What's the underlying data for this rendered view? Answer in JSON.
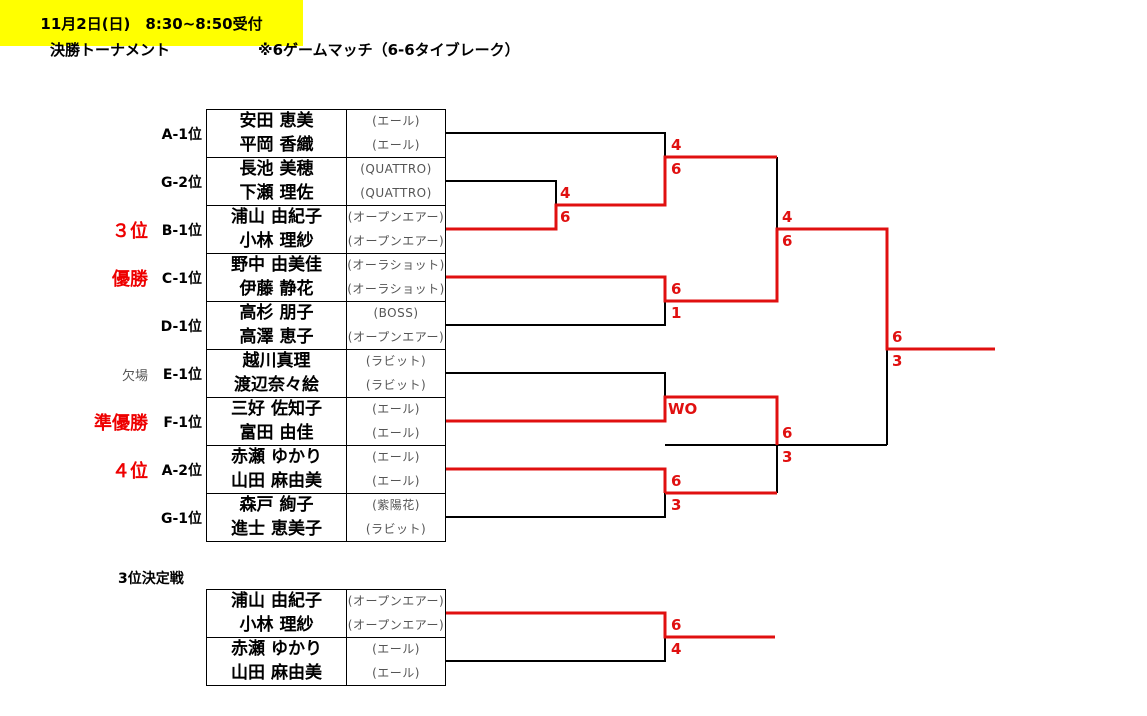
{
  "header": {
    "title": "決勝トーナメント",
    "rule": "※6ゲームマッチ（6-6タイブレーク）",
    "date": "11月2日(日)　8:30~8:50受付"
  },
  "main": {
    "pairs": [
      {
        "seed": "A-1位",
        "result": "",
        "players": [
          {
            "name": "安田 恵美",
            "club": "(エール)"
          },
          {
            "name": "平岡 香織",
            "club": "(エール)"
          }
        ]
      },
      {
        "seed": "G-2位",
        "result": "",
        "players": [
          {
            "name": "長池 美穂",
            "club": "(QUATTRO)"
          },
          {
            "name": "下瀬 理佐",
            "club": "(QUATTRO)"
          }
        ]
      },
      {
        "seed": "B-1位",
        "result": "３位",
        "players": [
          {
            "name": "浦山 由紀子",
            "club": "(オープンエアー)"
          },
          {
            "name": "小林 理紗",
            "club": "(オープンエアー)"
          }
        ]
      },
      {
        "seed": "C-1位",
        "result": "優勝",
        "players": [
          {
            "name": "野中 由美佳",
            "club": "(オーラショット)"
          },
          {
            "name": "伊藤 静花",
            "club": "(オーラショット)"
          }
        ]
      },
      {
        "seed": "D-1位",
        "result": "",
        "players": [
          {
            "name": "高杉 朋子",
            "club": "(BOSS)"
          },
          {
            "name": "高澤 恵子",
            "club": "(オープンエアー)"
          }
        ]
      },
      {
        "seed": "E-1位",
        "result": "欠場",
        "players": [
          {
            "name": "越川真理",
            "club": "(ラビット)"
          },
          {
            "name": "渡辺奈々絵",
            "club": "(ラビット)"
          }
        ]
      },
      {
        "seed": "F-1位",
        "result": "準優勝",
        "players": [
          {
            "name": "三好 佐知子",
            "club": "(エール)"
          },
          {
            "name": "富田 由佳",
            "club": "(エール)"
          }
        ]
      },
      {
        "seed": "A-2位",
        "result": "４位",
        "players": [
          {
            "name": "赤瀬 ゆかり",
            "club": "(エール)"
          },
          {
            "name": "山田 麻由美",
            "club": "(エール)"
          }
        ]
      },
      {
        "seed": "G-1位",
        "result": "",
        "players": [
          {
            "name": "森戸 絢子",
            "club": "(紫陽花)"
          },
          {
            "name": "進士 恵美子",
            "club": "(ラビット)"
          }
        ]
      }
    ]
  },
  "scores": {
    "r1_g2_b1": [
      "4",
      "6"
    ],
    "r1_a1": [
      "4",
      "6"
    ],
    "r1_c1_d1": [
      "6",
      "1"
    ],
    "r1_e1_f1": [
      "WO"
    ],
    "r1_a2_g1": [
      "6",
      "3"
    ],
    "sf_top": [
      "4",
      "6"
    ],
    "sf_bottom": [
      "6",
      "3"
    ],
    "final": [
      "6",
      "3"
    ]
  },
  "third_place": {
    "title": "3位決定戦",
    "pairs": [
      {
        "players": [
          {
            "name": "浦山 由紀子",
            "club": "(オープンエアー)"
          },
          {
            "name": "小林 理紗",
            "club": "(オープンエアー)"
          }
        ]
      },
      {
        "players": [
          {
            "name": "赤瀬 ゆかり",
            "club": "(エール)"
          },
          {
            "name": "山田 麻由美",
            "club": "(エール)"
          }
        ]
      }
    ],
    "score": [
      "6",
      "4"
    ]
  },
  "colors": {
    "win": "#e01010",
    "line": "#000000",
    "highlight": "#ffff00"
  }
}
